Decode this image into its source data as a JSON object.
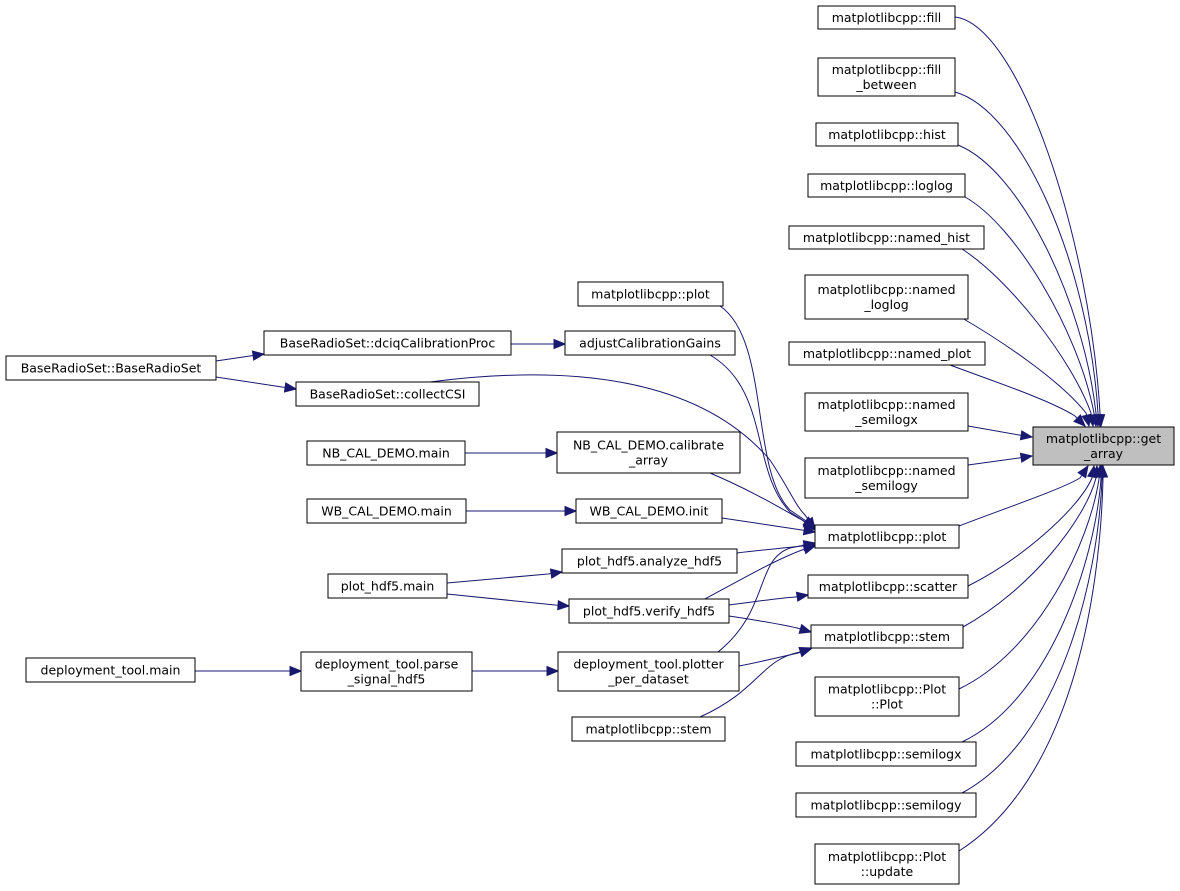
{
  "graph": {
    "colors": {
      "edge": "#191970",
      "node_border": "#000000",
      "focus_fill": "#bfbfbf",
      "node_fill": "#ffffff"
    },
    "nodes": [
      {
        "id": "get_array",
        "lines": [
          "matplotlibcpp::get",
          "_array"
        ],
        "focus": true
      },
      {
        "id": "fill",
        "lines": [
          "matplotlibcpp::fill"
        ]
      },
      {
        "id": "fill_between",
        "lines": [
          "matplotlibcpp::fill",
          "_between"
        ]
      },
      {
        "id": "hist",
        "lines": [
          "matplotlibcpp::hist"
        ]
      },
      {
        "id": "loglog",
        "lines": [
          "matplotlibcpp::loglog"
        ]
      },
      {
        "id": "named_hist",
        "lines": [
          "matplotlibcpp::named_hist"
        ]
      },
      {
        "id": "named_loglog",
        "lines": [
          "matplotlibcpp::named",
          "_loglog"
        ]
      },
      {
        "id": "named_plot",
        "lines": [
          "matplotlibcpp::named_plot"
        ]
      },
      {
        "id": "named_semilogx",
        "lines": [
          "matplotlibcpp::named",
          "_semilogx"
        ]
      },
      {
        "id": "named_semilogy",
        "lines": [
          "matplotlibcpp::named",
          "_semilogy"
        ]
      },
      {
        "id": "plot_main",
        "lines": [
          "matplotlibcpp::plot"
        ]
      },
      {
        "id": "scatter",
        "lines": [
          "matplotlibcpp::scatter"
        ]
      },
      {
        "id": "stem_main",
        "lines": [
          "matplotlibcpp::stem"
        ]
      },
      {
        "id": "Plot_Plot",
        "lines": [
          "matplotlibcpp::Plot",
          "::Plot"
        ]
      },
      {
        "id": "semilogx",
        "lines": [
          "matplotlibcpp::semilogx"
        ]
      },
      {
        "id": "semilogy",
        "lines": [
          "matplotlibcpp::semilogy"
        ]
      },
      {
        "id": "Plot_update",
        "lines": [
          "matplotlibcpp::Plot",
          "::update"
        ]
      },
      {
        "id": "plot_top",
        "lines": [
          "matplotlibcpp::plot"
        ]
      },
      {
        "id": "adjustCalibrationGains",
        "lines": [
          "adjustCalibrationGains"
        ]
      },
      {
        "id": "dciqCalibrationProc",
        "lines": [
          "BaseRadioSet::dciqCalibrationProc"
        ]
      },
      {
        "id": "BaseRadioSet",
        "lines": [
          "BaseRadioSet::BaseRadioSet"
        ]
      },
      {
        "id": "collectCSI",
        "lines": [
          "BaseRadioSet::collectCSI"
        ]
      },
      {
        "id": "nb_main",
        "lines": [
          "NB_CAL_DEMO.main"
        ]
      },
      {
        "id": "nb_calibrate",
        "lines": [
          "NB_CAL_DEMO.calibrate",
          "_array"
        ]
      },
      {
        "id": "wb_main",
        "lines": [
          "WB_CAL_DEMO.main"
        ]
      },
      {
        "id": "wb_init",
        "lines": [
          "WB_CAL_DEMO.init"
        ]
      },
      {
        "id": "analyze_hdf5",
        "lines": [
          "plot_hdf5.analyze_hdf5"
        ]
      },
      {
        "id": "plot_hdf5_main",
        "lines": [
          "plot_hdf5.main"
        ]
      },
      {
        "id": "verify_hdf5",
        "lines": [
          "plot_hdf5.verify_hdf5"
        ]
      },
      {
        "id": "deploy_main",
        "lines": [
          "deployment_tool.main"
        ]
      },
      {
        "id": "parse_signal",
        "lines": [
          "deployment_tool.parse",
          "_signal_hdf5"
        ]
      },
      {
        "id": "plotter_per_dataset",
        "lines": [
          "deployment_tool.plotter",
          "_per_dataset"
        ]
      },
      {
        "id": "stem_bottom",
        "lines": [
          "matplotlibcpp::stem"
        ]
      }
    ]
  }
}
